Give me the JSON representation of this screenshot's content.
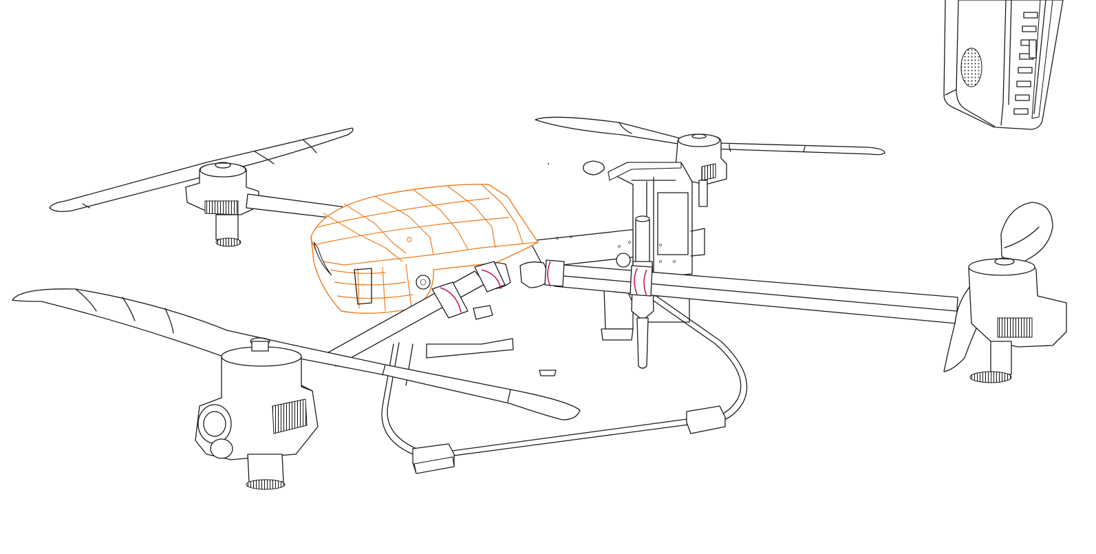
{
  "viewport": {
    "background": "#ffffff",
    "line_color": "#1a1a1a",
    "selection_color": "#f07a1a",
    "joint_ring_color": "#c2185b"
  },
  "model": {
    "parts": [
      "front-left-propeller",
      "front-left-motor",
      "rear-left-propeller",
      "rear-left-motor",
      "rear-right-propeller",
      "rear-right-motor",
      "front-right-propeller",
      "front-right-motor",
      "canopy-shell",
      "center-frame",
      "payload-module",
      "spray-tank-mast",
      "landing-gear",
      "battery-pack"
    ],
    "selected_part": "canopy-shell"
  }
}
